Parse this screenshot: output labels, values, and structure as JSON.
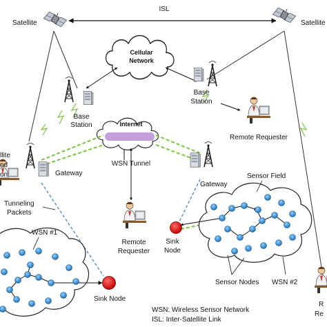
{
  "labels": {
    "satellite_left": "Satellite",
    "satellite_right": "Satellite",
    "isl": "ISL",
    "cellular_l1": "Cellular",
    "cellular_l2": "Network",
    "base_station_left_l1": "Base",
    "base_station_left_l2": "Station",
    "base_station_right_l1": "Base",
    "base_station_right_l2": "Station",
    "remote_requester_top": "Remote Requester",
    "internet": "Internet",
    "wsn_tunnel": "WSN Tunnel",
    "gateway_left": "Gateway",
    "gateway_right": "Gateway",
    "left_partial_1": "llite",
    "left_partial_2": "nd",
    "left_partial_3": "on",
    "tunneling_l1": "Tunneling",
    "tunneling_l2": "Packets",
    "remote_requester_mid_l1": "Remote",
    "remote_requester_mid_l2": "Requester",
    "sensor_field": "Sensor Field",
    "sink_node_right_l1": "Sink",
    "sink_node_right_l2": "Node",
    "wsn1": "WSN #1",
    "wsn2": "WSN #2",
    "sensor_nodes": "Sensor Nodes",
    "sink_node_left": "Sink Node",
    "legend_wsn": "WSN: Wireless Sensor Network",
    "legend_isl": "ISL: Inter-Satellite Link",
    "right_partial_1": "R",
    "right_partial_2": "Re"
  },
  "colors": {
    "sensor_node": "#2f8fd8",
    "sink_node": "#e01010",
    "tunnel_dash": "#7dc242",
    "tunnel_tube": "#b07fd0",
    "link_dashed": "#3a7bb0",
    "cloud_stroke": "#222222"
  },
  "icons": [
    "satellite-icon",
    "cell-tower-icon",
    "server-icon",
    "person-at-computer-icon",
    "cloud-icon"
  ]
}
